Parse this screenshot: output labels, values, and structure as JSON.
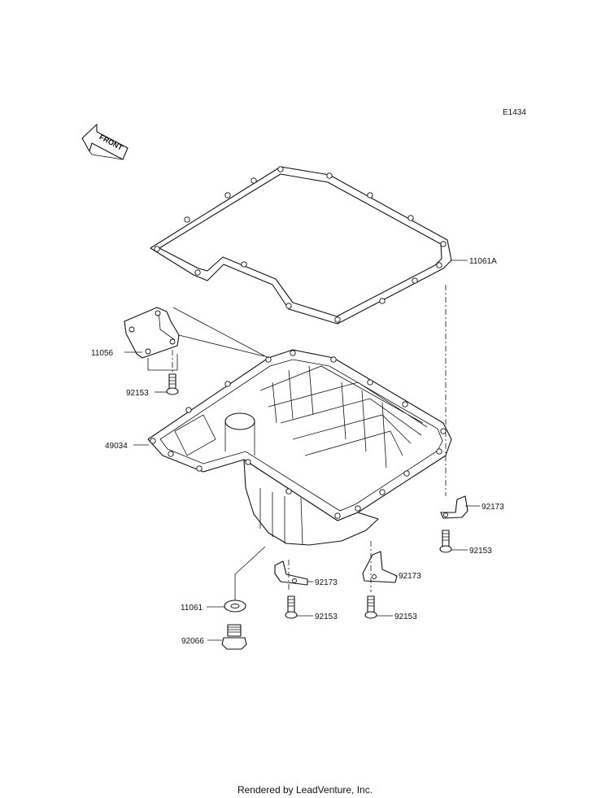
{
  "diagram_id": "E1434",
  "front_arrow_label": "FRONT",
  "callouts": [
    {
      "key": "gasket",
      "label": "11061A"
    },
    {
      "key": "bracket",
      "label": "11056"
    },
    {
      "key": "bolt_left",
      "label": "92153"
    },
    {
      "key": "oil_pan",
      "label": "49034"
    },
    {
      "key": "clamp_right",
      "label": "92173"
    },
    {
      "key": "bolt_right",
      "label": "92153"
    },
    {
      "key": "clamp_center_left",
      "label": "92173"
    },
    {
      "key": "clamp_center_right",
      "label": "92173"
    },
    {
      "key": "bolt_center_left",
      "label": "92153"
    },
    {
      "key": "bolt_center_right",
      "label": "92153"
    },
    {
      "key": "washer",
      "label": "11061"
    },
    {
      "key": "drain_plug",
      "label": "92066"
    }
  ],
  "footer": "Rendered by LeadVenture, Inc."
}
